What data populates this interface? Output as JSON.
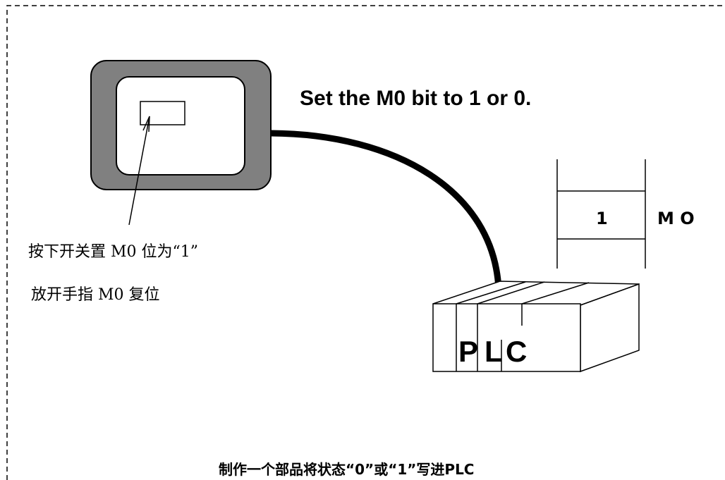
{
  "heading": "Set the M0 bit to 1 or 0.",
  "hmi_note": {
    "line1": "按下开关置 M0 位为“1”",
    "line2": "放开手指 M0 复位"
  },
  "register": {
    "value": "1",
    "label": "M O"
  },
  "plc": {
    "letters": [
      "P",
      "L",
      "C"
    ]
  },
  "footer": "制作一个部品将状态“0”或“1”写进PLC",
  "colors": {
    "hmi_bezel": "#808080",
    "border_dash": "#000000",
    "cable": "#000000"
  }
}
